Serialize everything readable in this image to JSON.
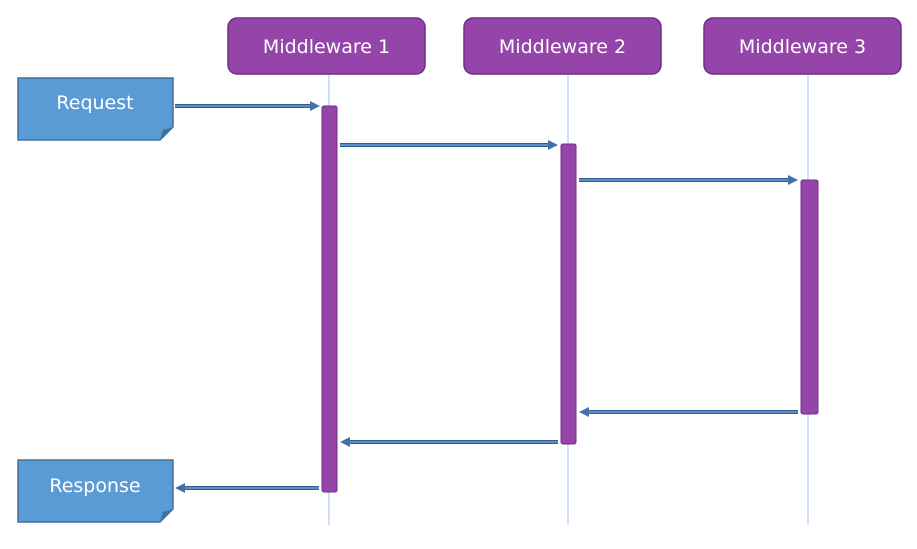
{
  "participants": [
    {
      "label": "Middleware 1"
    },
    {
      "label": "Middleware 2"
    },
    {
      "label": "Middleware 3"
    }
  ],
  "notes": {
    "request": "Request",
    "response": "Response"
  },
  "colors": {
    "participant_fill": "#9545A9",
    "participant_stroke": "#6F2E82",
    "note_fill": "#5B9BD5",
    "note_stroke": "#41719C",
    "arrow": "#4472A8",
    "arrow_edge": "#2F5D8F",
    "lifeline": "#9DC3E6"
  }
}
